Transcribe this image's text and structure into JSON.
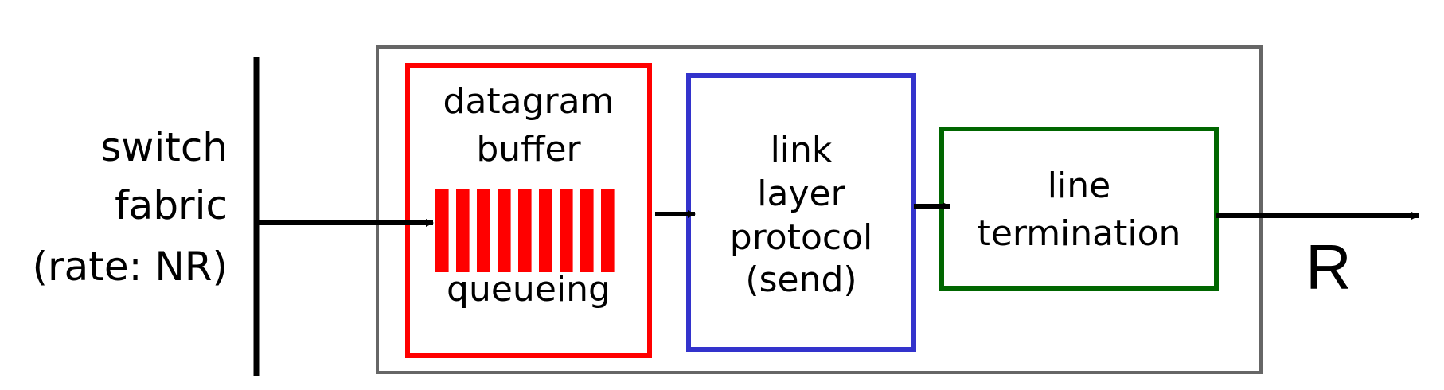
{
  "switch_fabric": {
    "line1": "switch",
    "line2": "fabric",
    "line3": "(rate: NR)"
  },
  "datagram_buffer": {
    "line1": "datagram",
    "line2": "buffer",
    "caption": "queueing",
    "bar_count": 9,
    "color": "#ff0000"
  },
  "link_layer": {
    "line1": "link",
    "line2": "layer",
    "line3": "protocol",
    "line4": "(send)",
    "color": "#3333cc"
  },
  "line_termination": {
    "line1": "line",
    "line2": "termination",
    "color": "#006600"
  },
  "output": {
    "label": "R"
  },
  "colors": {
    "outer_box": "#666666",
    "arrows": "#000000"
  }
}
